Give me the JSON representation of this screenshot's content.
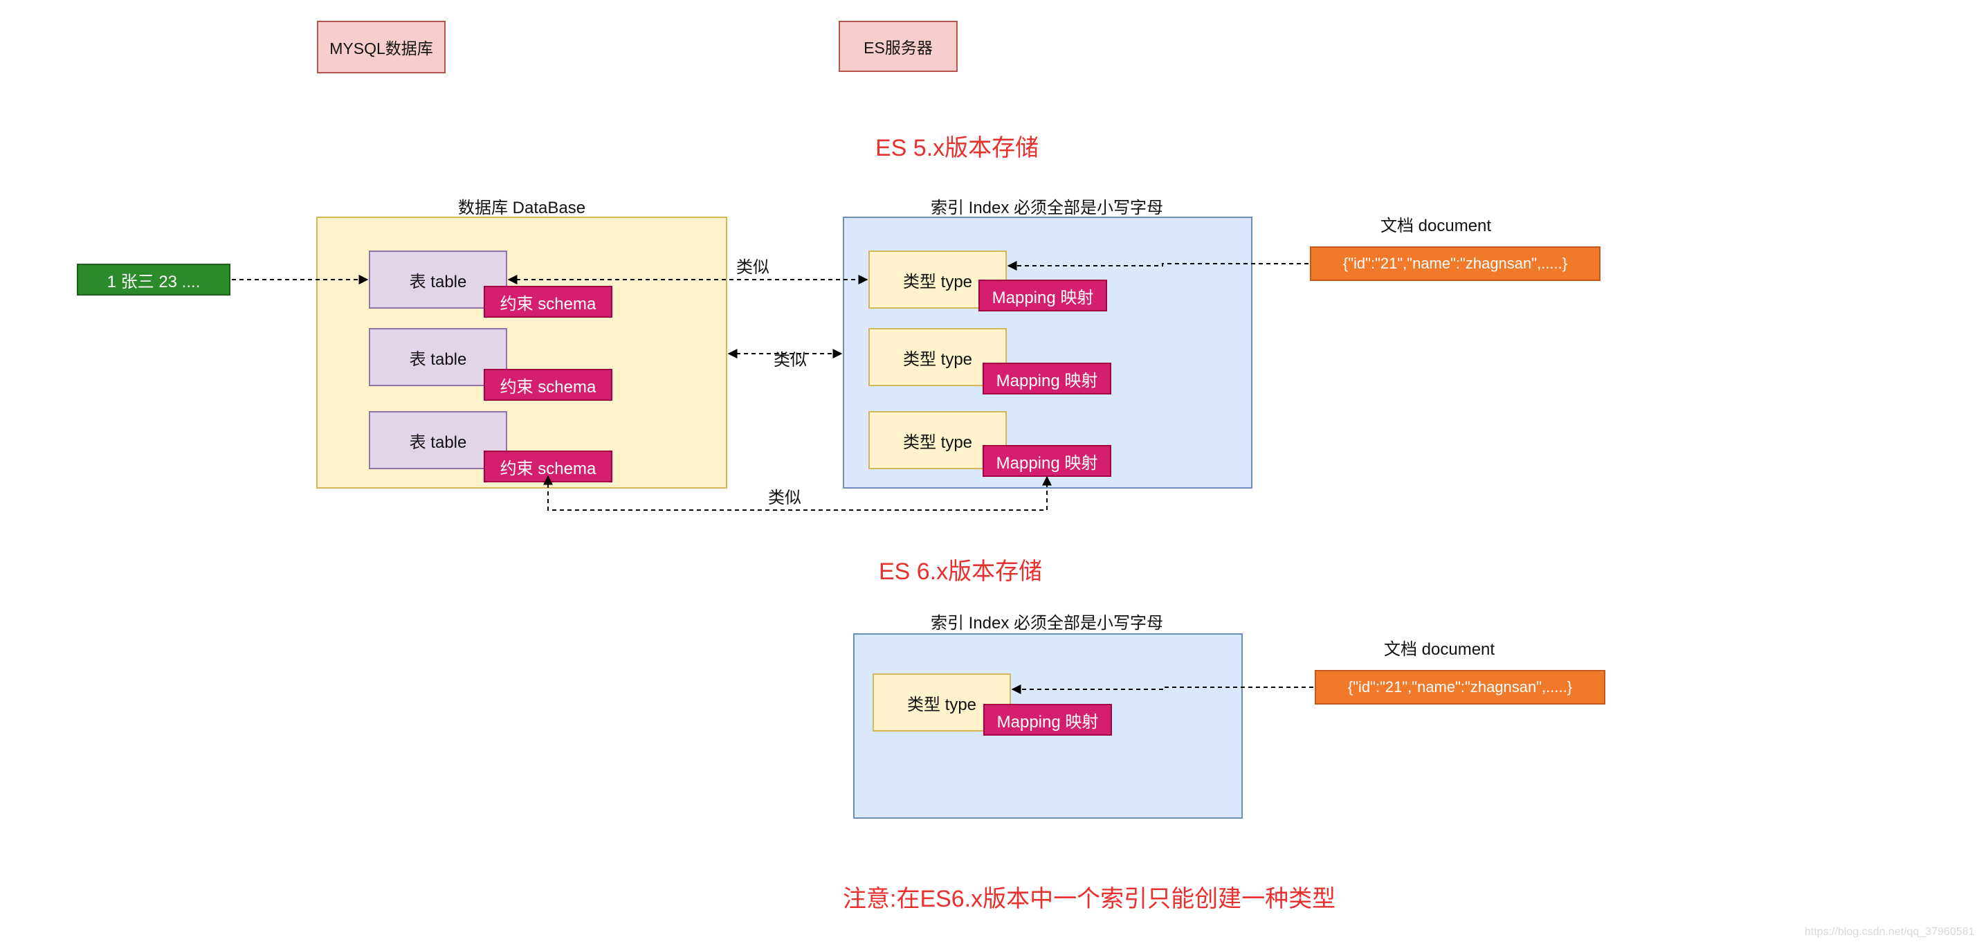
{
  "headers": {
    "mysql": "MYSQL数据库",
    "es_server": "ES服务器"
  },
  "es5": {
    "title": "ES 5.x版本存储",
    "database_label": "数据库 DataBase",
    "index_label": "索引 Index 必须全部是小写字母",
    "document_label": "文档 document",
    "row_label": "1 张三 23 ....",
    "tables": [
      {
        "table": "表 table",
        "schema": "约束 schema"
      },
      {
        "table": "表 table",
        "schema": "约束 schema"
      },
      {
        "table": "表 table",
        "schema": "约束 schema"
      }
    ],
    "types": [
      {
        "type": "类型 type",
        "mapping": "Mapping 映射"
      },
      {
        "type": "类型 type",
        "mapping": "Mapping 映射"
      },
      {
        "type": "类型 type",
        "mapping": "Mapping 映射"
      }
    ],
    "document_json": "{\"id\":\"21\",\"name\":\"zhagnsan\",.....}",
    "similar_labels": [
      "类似",
      "类似",
      "类似"
    ]
  },
  "es6": {
    "title": "ES 6.x版本存储",
    "index_label": "索引 Index 必须全部是小写字母",
    "document_label": "文档 document",
    "type": "类型 type",
    "mapping": "Mapping 映射",
    "document_json": "{\"id\":\"21\",\"name\":\"zhagnsan\",.....}"
  },
  "note": "注意:在ES6.x版本中一个索引只能创建一种类型",
  "watermark": "https://blog.csdn.net/qq_37960581",
  "colors": {
    "red_text": "#e8302e",
    "magenta": "#d41f6e",
    "orange": "#f07a2a",
    "green": "#2b8a2a",
    "db_fill": "#fdf2cc",
    "index_fill": "#dae8fc",
    "table_fill": "#e1d5e7"
  }
}
